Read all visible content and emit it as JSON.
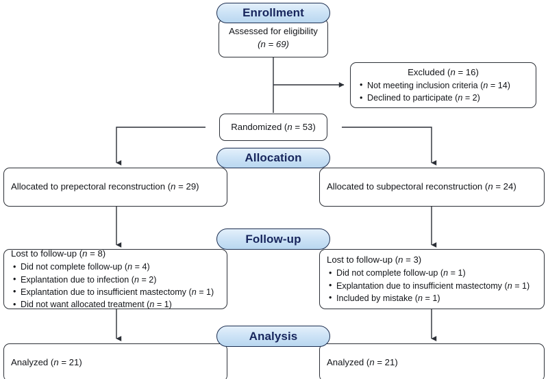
{
  "diagram": {
    "title": "CONSORT participant flow diagram",
    "type": "flowchart",
    "colors": {
      "pill_fill_top": "#e4f0fb",
      "pill_fill_bottom": "#b9d7f0",
      "pill_border": "#1b2d4f",
      "pill_text": "#17255c",
      "box_border": "#2b2f36",
      "box_fill": "#ffffff",
      "text": "#121418",
      "connector": "#2b2f36"
    }
  },
  "stages": {
    "enrollment": "Enrollment",
    "allocation": "Allocation",
    "followup": "Follow-up",
    "analysis": "Analysis"
  },
  "nodes": {
    "assessed": {
      "line1": "Assessed for eligibility",
      "line2": "(n = 69)"
    },
    "excluded": {
      "header": "Excluded (n = 16)",
      "items": [
        "Not meeting inclusion criteria (n = 14)",
        "Declined to participate (n = 2)"
      ]
    },
    "randomized": {
      "label": "Randomized (n = 53)"
    },
    "allocated_left": {
      "label": "Allocated to prepectoral reconstruction (n = 29)"
    },
    "allocated_right": {
      "label": "Allocated to subpectoral reconstruction (n = 24)"
    },
    "lost_left": {
      "header": "Lost to follow-up (n = 8)",
      "items": [
        "Did not complete follow-up (n = 4)",
        "Explantation due to infection (n = 2)",
        "Explantation due to insufficient mastectomy (n = 1)",
        "Did not want allocated treatment (n = 1)"
      ]
    },
    "lost_right": {
      "header": "Lost to follow-up (n = 3)",
      "items": [
        "Did not complete follow-up (n = 1)",
        "Explantation due to insufficient mastectomy (n = 1)",
        "Included by mistake (n = 1)"
      ]
    },
    "analyzed_left": {
      "label": "Analyzed (n = 21)"
    },
    "analyzed_right": {
      "label": "Analyzed (n = 21)"
    }
  },
  "counts": {
    "assessed": 69,
    "excluded_total": 16,
    "excluded_not_meeting_criteria": 14,
    "excluded_declined": 2,
    "randomized": 53,
    "allocated_prepectoral": 29,
    "allocated_subpectoral": 24,
    "lost_prepectoral_total": 8,
    "lost_prepectoral_not_complete": 4,
    "lost_prepectoral_infection": 2,
    "lost_prepectoral_insufficient_mastectomy": 1,
    "lost_prepectoral_not_want_treatment": 1,
    "lost_subpectoral_total": 3,
    "lost_subpectoral_not_complete": 1,
    "lost_subpectoral_insufficient_mastectomy": 1,
    "lost_subpectoral_included_by_mistake": 1,
    "analyzed_prepectoral": 21,
    "analyzed_subpectoral": 21
  }
}
